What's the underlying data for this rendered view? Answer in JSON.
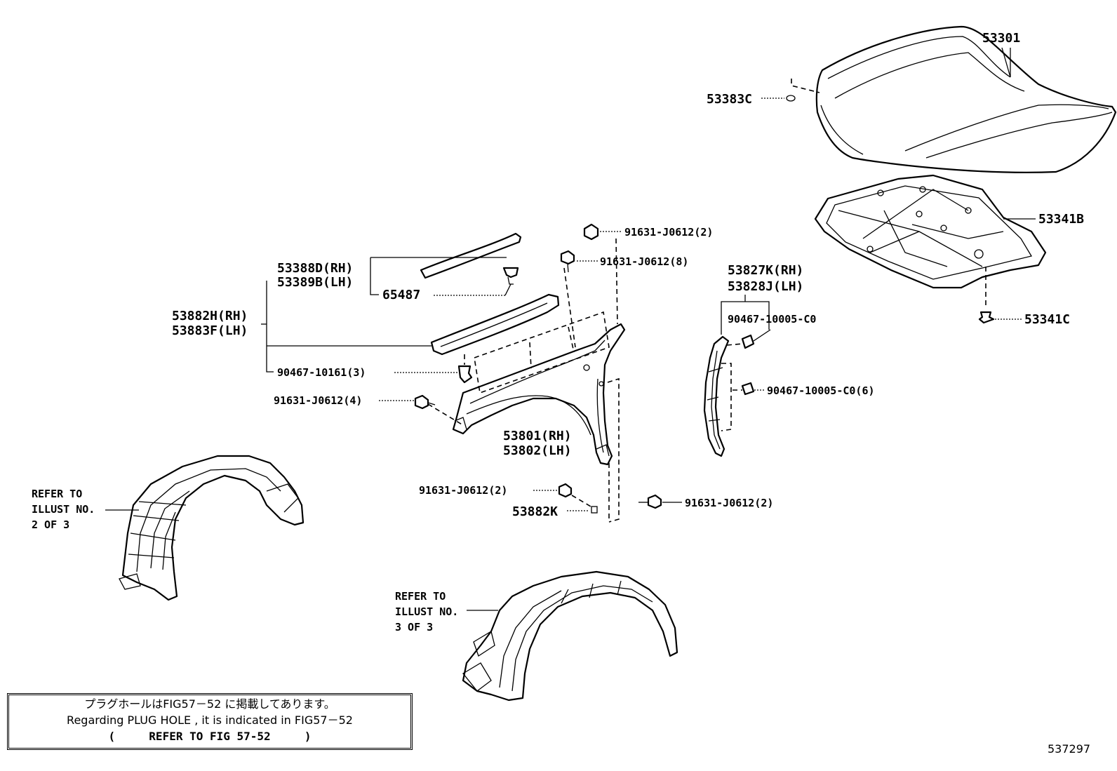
{
  "labels": {
    "hood": "53301",
    "hood_cushion": "53383C",
    "insulator": "53341B",
    "insulator_clip": "53341C",
    "seal_rh": "53388D(RH)",
    "seal_lh": "53389B(LH)",
    "clip_65487": "65487",
    "fender_seal_rh": "53882H(RH)",
    "fender_seal_lh": "53883F(LH)",
    "clip_10161": "90467-10161(3)",
    "bolt_top_2": "91631-J0612(2)",
    "bolt_8": "91631-J0612(8)",
    "bolt_4": "91631-J0612(4)",
    "fender_rh": "53801(RH)",
    "fender_lh": "53802(LH)",
    "bolt_bottom_2a": "91631-J0612(2)",
    "bracket_53882k": "53882K",
    "bolt_bottom_2b": "91631-J0612(2)",
    "liner_rh": "53827K(RH)",
    "liner_lh": "53828J(LH)",
    "clip_c0": "90467-10005-C0",
    "clip_c0_6": "90467-10005-C0(6)"
  },
  "refer_left": [
    "REFER TO",
    "ILLUST NO.",
    "2 OF 3"
  ],
  "refer_bottom": [
    "REFER TO",
    "ILLUST NO.",
    "3 OF 3"
  ],
  "note": {
    "line1": "プラグホールはFIG57－52 に掲載してあります。",
    "line2": "Regarding  PLUG HOLE , it is  indicated  in  FIG57－52",
    "line3": "(     REFER TO FIG 57-52     )"
  },
  "figure_id": "537297"
}
